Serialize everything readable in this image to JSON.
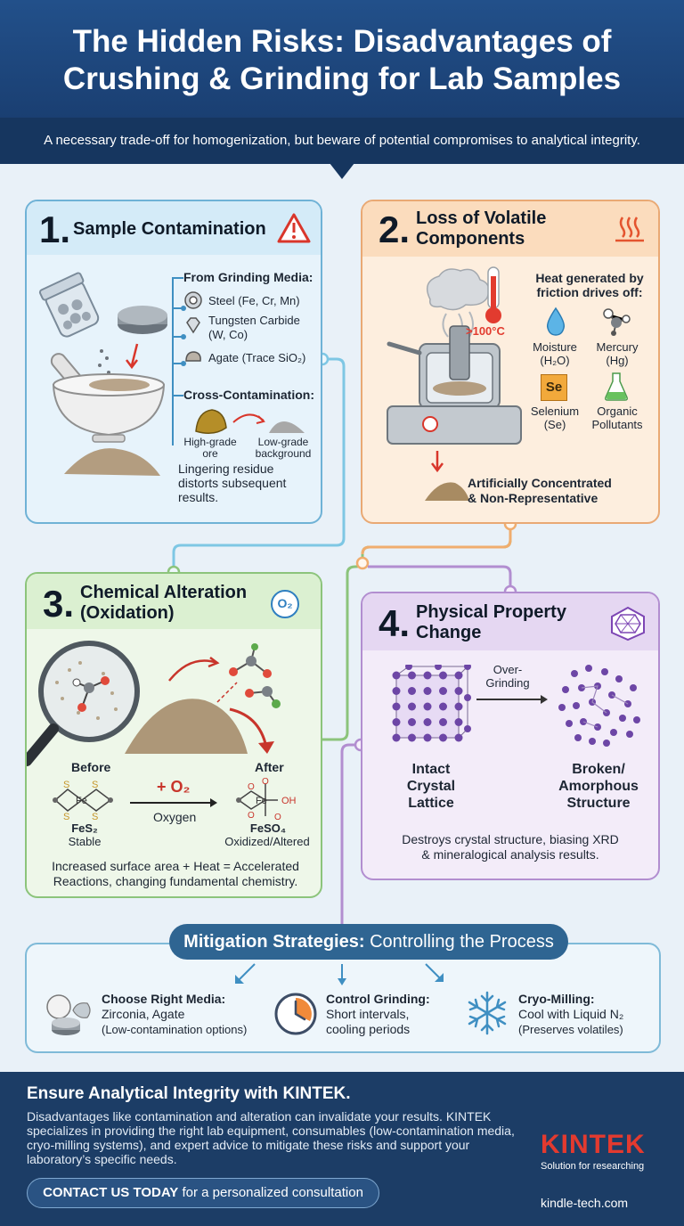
{
  "header": {
    "title_line1": "The Hidden Risks: Disadvantages of",
    "title_line2": "Crushing & Grinding for Lab Samples",
    "subtitle": "A necessary trade-off for homogenization, but beware of potential compromises to analytical integrity."
  },
  "card1": {
    "number": "1.",
    "title": "Sample Contamination",
    "media_heading": "From Grinding Media:",
    "media_items": [
      "Steel (Fe, Cr, Mn)",
      "Tungsten Carbide",
      "(W, Co)",
      "Agate (Trace SiO₂)"
    ],
    "cross_heading": "Cross-Contamination:",
    "high_label_1": "High-grade",
    "high_label_2": "ore",
    "low_label_1": "Low-grade",
    "low_label_2": "background",
    "residue_text_1": "Lingering residue",
    "residue_text_2": "distorts subsequent",
    "residue_text_3": "results."
  },
  "card2": {
    "number": "2.",
    "title_1": "Loss of Volatile",
    "title_2": "Components",
    "temp": ">100°C",
    "heat_heading_1": "Heat generated by",
    "heat_heading_2": "friction drives off:",
    "moisture_1": "Moisture",
    "moisture_2": "(H₂O)",
    "mercury_1": "Mercury",
    "mercury_2": "(Hg)",
    "se_symbol": "Se",
    "selenium_1": "Selenium",
    "selenium_2": "(Se)",
    "organic_1": "Organic",
    "organic_2": "Pollutants",
    "result_1": "Artificially Concentrated",
    "result_2": "& Non-Representative"
  },
  "card3": {
    "number": "3.",
    "title_1": "Chemical Alteration",
    "title_2": "(Oxidation)",
    "badge": "O₂",
    "before": "Before",
    "after": "After",
    "plus_o2": "+ O₂",
    "oxygen": "Oxygen",
    "fes2": "FeS₂",
    "stable": "Stable",
    "feso4": "FeSO₄",
    "oxidized": "Oxidized/Altered",
    "summary_1": "Increased surface area + Heat = Accelerated",
    "summary_2": "Reactions, changing fundamental chemistry."
  },
  "card4": {
    "number": "4.",
    "title_1": "Physical Property",
    "title_2": "Change",
    "over_1": "Over-",
    "over_2": "Grinding",
    "left_1": "Intact",
    "left_2": "Crystal",
    "left_3": "Lattice",
    "right_1": "Broken/",
    "right_2": "Amorphous",
    "right_3": "Structure",
    "summary_1": "Destroys crystal structure, biasing XRD",
    "summary_2": "& mineralogical analysis results."
  },
  "mitigation": {
    "heading_bold": "Mitigation Strategies:",
    "heading_rest": " Controlling the Process",
    "items": [
      {
        "title": "Choose Right Media:",
        "line1": "Zirconia, Agate",
        "line2": "(Low-contamination options)"
      },
      {
        "title": "Control Grinding:",
        "line1": "Short intervals,",
        "line2": "cooling periods"
      },
      {
        "title": "Cryo-Milling:",
        "line1": "Cool with Liquid N₂",
        "line2": "(Preserves volatiles)"
      }
    ]
  },
  "footer": {
    "title": "Ensure Analytical Integrity with KINTEK.",
    "body": "Disadvantages like contamination and alteration can invalidate your results. KINTEK specializes in providing the right lab equipment, consumables (low-contamination media, cryo-milling systems), and expert advice to mitigate these risks and support your laboratory’s specific needs.",
    "cta_bold": "CONTACT US TODAY",
    "cta_rest": " for a personalized consultation",
    "brand": "KINTEK",
    "brand_tagline": "Solution for researching",
    "brand_url": "kindle-tech.com"
  },
  "colors": {
    "header": "#1a3f72",
    "card1_border": "#6fb2d6",
    "card2_border": "#e9a974",
    "card3_border": "#8cc47b",
    "card4_border": "#b28ed0",
    "brand_red": "#e33a2f"
  }
}
